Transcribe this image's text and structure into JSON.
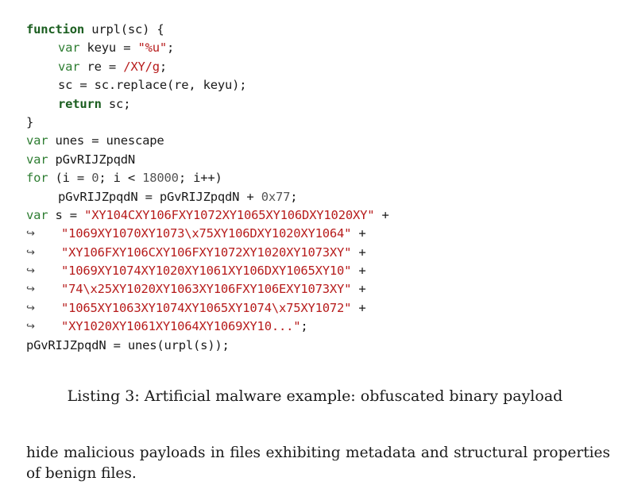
{
  "listing": {
    "lines": [
      {
        "indent": 0,
        "wrap": false,
        "tokens": [
          {
            "t": "function",
            "c": "kw"
          },
          {
            "t": " urpl(sc) {",
            "c": "plain"
          }
        ]
      },
      {
        "indent": 1,
        "wrap": false,
        "tokens": [
          {
            "t": "var",
            "c": "kw-light"
          },
          {
            "t": " keyu = ",
            "c": "plain"
          },
          {
            "t": "\"%u\"",
            "c": "str"
          },
          {
            "t": ";",
            "c": "plain"
          }
        ]
      },
      {
        "indent": 1,
        "wrap": false,
        "tokens": [
          {
            "t": "var",
            "c": "kw-light"
          },
          {
            "t": " re = ",
            "c": "plain"
          },
          {
            "t": "/XY/g",
            "c": "str"
          },
          {
            "t": ";",
            "c": "plain"
          }
        ]
      },
      {
        "indent": 1,
        "wrap": false,
        "tokens": [
          {
            "t": "sc = sc.replace(re, keyu);",
            "c": "plain"
          }
        ]
      },
      {
        "indent": 1,
        "wrap": false,
        "tokens": [
          {
            "t": "return",
            "c": "kw"
          },
          {
            "t": " sc;",
            "c": "plain"
          }
        ]
      },
      {
        "indent": 0,
        "wrap": false,
        "tokens": [
          {
            "t": "}",
            "c": "plain"
          }
        ]
      },
      {
        "indent": 0,
        "wrap": false,
        "tokens": [
          {
            "t": "var",
            "c": "kw-light"
          },
          {
            "t": " unes = unescape",
            "c": "plain"
          }
        ]
      },
      {
        "indent": 0,
        "wrap": false,
        "tokens": [
          {
            "t": "var",
            "c": "kw-light"
          },
          {
            "t": " pGvRIJZpqdN",
            "c": "plain"
          }
        ]
      },
      {
        "indent": 0,
        "wrap": false,
        "tokens": [
          {
            "t": "for",
            "c": "kw-light"
          },
          {
            "t": " (i = ",
            "c": "plain"
          },
          {
            "t": "0",
            "c": "num"
          },
          {
            "t": "; i < ",
            "c": "plain"
          },
          {
            "t": "18000",
            "c": "num"
          },
          {
            "t": "; i++)",
            "c": "plain"
          }
        ]
      },
      {
        "indent": 1,
        "wrap": false,
        "tokens": [
          {
            "t": "pGvRIJZpqdN = pGvRIJZpqdN + ",
            "c": "plain"
          },
          {
            "t": "0x77",
            "c": "num"
          },
          {
            "t": ";",
            "c": "plain"
          }
        ]
      },
      {
        "indent": 0,
        "wrap": false,
        "tokens": [
          {
            "t": "var",
            "c": "kw-light"
          },
          {
            "t": " s = ",
            "c": "plain"
          },
          {
            "t": "\"XY104CXY106FXY1072XY1065XY106DXY1020XY\"",
            "c": "str"
          },
          {
            "t": " +",
            "c": "plain"
          }
        ]
      },
      {
        "indent": 0,
        "wrap": true,
        "tokens": [
          {
            "t": "\"1069XY1070XY1073\\x75XY106DXY1020XY1064\"",
            "c": "str"
          },
          {
            "t": " +",
            "c": "plain"
          }
        ]
      },
      {
        "indent": 0,
        "wrap": true,
        "tokens": [
          {
            "t": "\"XY106FXY106CXY106FXY1072XY1020XY1073XY\"",
            "c": "str"
          },
          {
            "t": " +",
            "c": "plain"
          }
        ]
      },
      {
        "indent": 0,
        "wrap": true,
        "tokens": [
          {
            "t": "\"1069XY1074XY1020XY1061XY106DXY1065XY10\"",
            "c": "str"
          },
          {
            "t": " +",
            "c": "plain"
          }
        ]
      },
      {
        "indent": 0,
        "wrap": true,
        "tokens": [
          {
            "t": "\"74\\x25XY1020XY1063XY106FXY106EXY1073XY\"",
            "c": "str"
          },
          {
            "t": " +",
            "c": "plain"
          }
        ]
      },
      {
        "indent": 0,
        "wrap": true,
        "tokens": [
          {
            "t": "\"1065XY1063XY1074XY1065XY1074\\x75XY1072\"",
            "c": "str"
          },
          {
            "t": " +",
            "c": "plain"
          }
        ]
      },
      {
        "indent": 0,
        "wrap": true,
        "tokens": [
          {
            "t": "\"XY1020XY1061XY1064XY1069XY10...\"",
            "c": "str"
          },
          {
            "t": ";",
            "c": "plain"
          }
        ]
      },
      {
        "indent": 0,
        "wrap": false,
        "tokens": [
          {
            "t": "pGvRIJZpqdN = unes(urpl(s));",
            "c": "plain"
          }
        ]
      }
    ],
    "wrap_icon": "return-arrow-icon",
    "wrap_glyph": "↪"
  },
  "caption": "Listing 3: Artificial malware example: obfuscated binary payload",
  "body_text": "hide malicious payloads in files exhibiting metadata and structural properties of benign files.",
  "colors": {
    "keyword": "#1b5e20",
    "string": "#b71c1c",
    "number": "#555555"
  }
}
